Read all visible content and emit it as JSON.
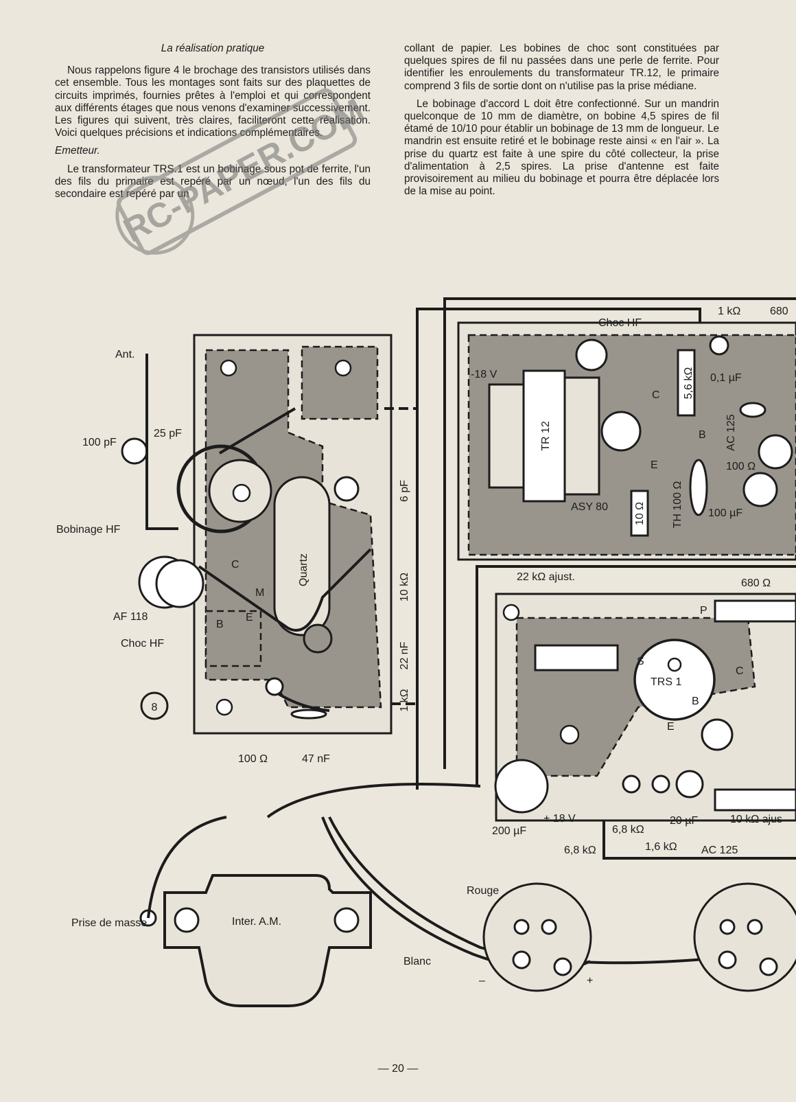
{
  "left_column": {
    "heading": "La réalisation pratique",
    "paragraph1": "Nous rappelons figure 4 le brochage des transistors utilisés dans cet ensemble. Tous les montages sont faits sur des plaquettes de circuits imprimés, fournies prêtes à l'emploi et qui correspondent aux différents étages que nous venons d'examiner successivement. Les figures qui suivent, très claires, faciliteront cette réalisation. Voici quelques précisions et indications complémentaires.",
    "subheading": "Emetteur.",
    "paragraph2": "Le transformateur TRS.1 est un bobinage sous pot de ferrite, l'un des fils du primaire est repéré par un nœud, l'un des fils du secondaire est repéré par un"
  },
  "right_column": {
    "paragraph1": "collant de papier. Les bobines de choc sont constituées par quelques spires de fil nu passées dans une perle de ferrite. Pour identifier les enroulements du transformateur TR.12, le primaire comprend 3 fils de sortie dont on n'utilise pas la prise médiane.",
    "paragraph2": "Le bobinage d'accord L doit être confectionné. Sur un mandrin quelconque de 10 mm de diamètre, on bobine 4,5 spires de fil étamé de 10/10 pour établir un bobinage de 13 mm de longueur. Le mandrin est ensuite retiré et le bobinage reste ainsi « en l'air ». La prise du quartz est faite à une spire du côté collecteur, la prise d'alimentation à 2,5 spires. La prise d'antenne est faite provisoirement au milieu du bobinage et pourra être déplacée lors de la mise au point."
  },
  "watermark": "RC-PAPER.COM",
  "figure_number": "8",
  "labels": {
    "ant": "Ant.",
    "c100pf": "100 pF",
    "c25pf": "25 pF",
    "bobinage_hf": "Bobinage HF",
    "af118": "AF 118",
    "choc_hf_left": "Choc HF",
    "quartz": "Quartz",
    "c6pf": "6 pF",
    "r10k": "10 kΩ",
    "c22nf": "22 nF",
    "r1k_left": "1 kΩ",
    "r100": "100 Ω",
    "c47nf": "47 nF",
    "pin_c": "C",
    "pin_b": "B",
    "pin_e": "E",
    "pin_m": "M",
    "choc_hf_top": "Choc HF",
    "r1k_top": "1 kΩ",
    "r680_top": "680",
    "minus18v": "-18 V",
    "tr12": "TR 12",
    "r5k6": "5,6 kΩ",
    "c01uf": "0,1 µF",
    "ac125_top": "AC 125",
    "r100_top": "100 Ω",
    "asy80": "ASY 80",
    "r10": "10 Ω",
    "th100": "TH 100 Ω",
    "c100uf": "100 µF",
    "r22k": "22 kΩ ajust.",
    "r680_mid": "680 Ω",
    "trs1": "TRS 1",
    "pin_s": "S",
    "pin_p": "P",
    "plus18v": "+ 18 V",
    "c200uf": "200 µF",
    "r6k8a": "6,8 kΩ",
    "r6k8b": "6,8 kΩ",
    "r1k6": "1,6 kΩ",
    "c20uf": "20 µF",
    "ac125_bot": "AC 125",
    "r10kaj": "10 kΩ ajus",
    "inter_am": "Inter. A.M.",
    "prise_masse": "Prise de masse",
    "rouge": "Rouge",
    "blanc": "Blanc",
    "minus": "–",
    "plus": "+"
  },
  "page_number": "— 20 —"
}
